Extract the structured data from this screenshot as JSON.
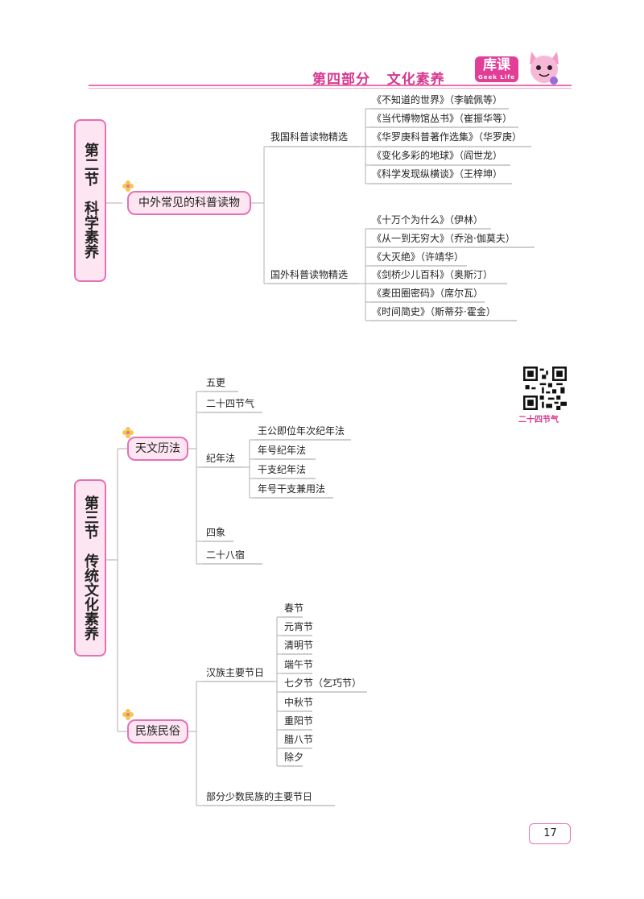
{
  "header": {
    "part": "第四部分",
    "subject": "文化素养",
    "logo_main": "库课",
    "logo_sub": "Geek Life"
  },
  "section2": {
    "title": "第二节　科学素养",
    "topic": "中外常见的科普读物",
    "groups": [
      {
        "label": "我国科普读物精选",
        "items": [
          "《不知道的世界》（李毓佩等）",
          "《当代博物馆丛书》（崔振华等）",
          "《华罗庚科普著作选集》（华罗庚）",
          "《变化多彩的地球》（阎世龙）",
          "《科学发现纵横谈》（王梓坤）"
        ]
      },
      {
        "label": "国外科普读物精选",
        "items": [
          "《十万个为什么》（伊林）",
          "《从一到无穷大》（乔治·伽莫夫）",
          "《大灭绝》（许靖华）",
          "《剑桥少儿百科》（奥斯汀）",
          "《麦田圈密码》（席尔瓦）",
          "《时间简史》（斯蒂芬·霍金）"
        ]
      }
    ]
  },
  "section3": {
    "title": "第三节　传统文化素养",
    "topics": [
      {
        "label": "天文历法",
        "items": [
          "五更",
          "二十四节气",
          "纪年法",
          "四象",
          "二十八宿"
        ],
        "sub_items": [
          "王公即位年次纪年法",
          "年号纪年法",
          "干支纪年法",
          "年号干支兼用法"
        ]
      },
      {
        "label": "民族民俗",
        "items": [
          "汉族主要节日",
          "部分少数民族的主要节日"
        ],
        "sub_items": [
          "春节",
          "元宵节",
          "清明节",
          "端午节",
          "七夕节（乞巧节）",
          "中秋节",
          "重阳节",
          "腊八节",
          "除夕"
        ]
      }
    ]
  },
  "qr_caption": "二十四节气",
  "page_number": "17",
  "colors": {
    "accent": "#e86fb3",
    "accent_fill": "#fde6f2",
    "title": "#d6388f"
  }
}
